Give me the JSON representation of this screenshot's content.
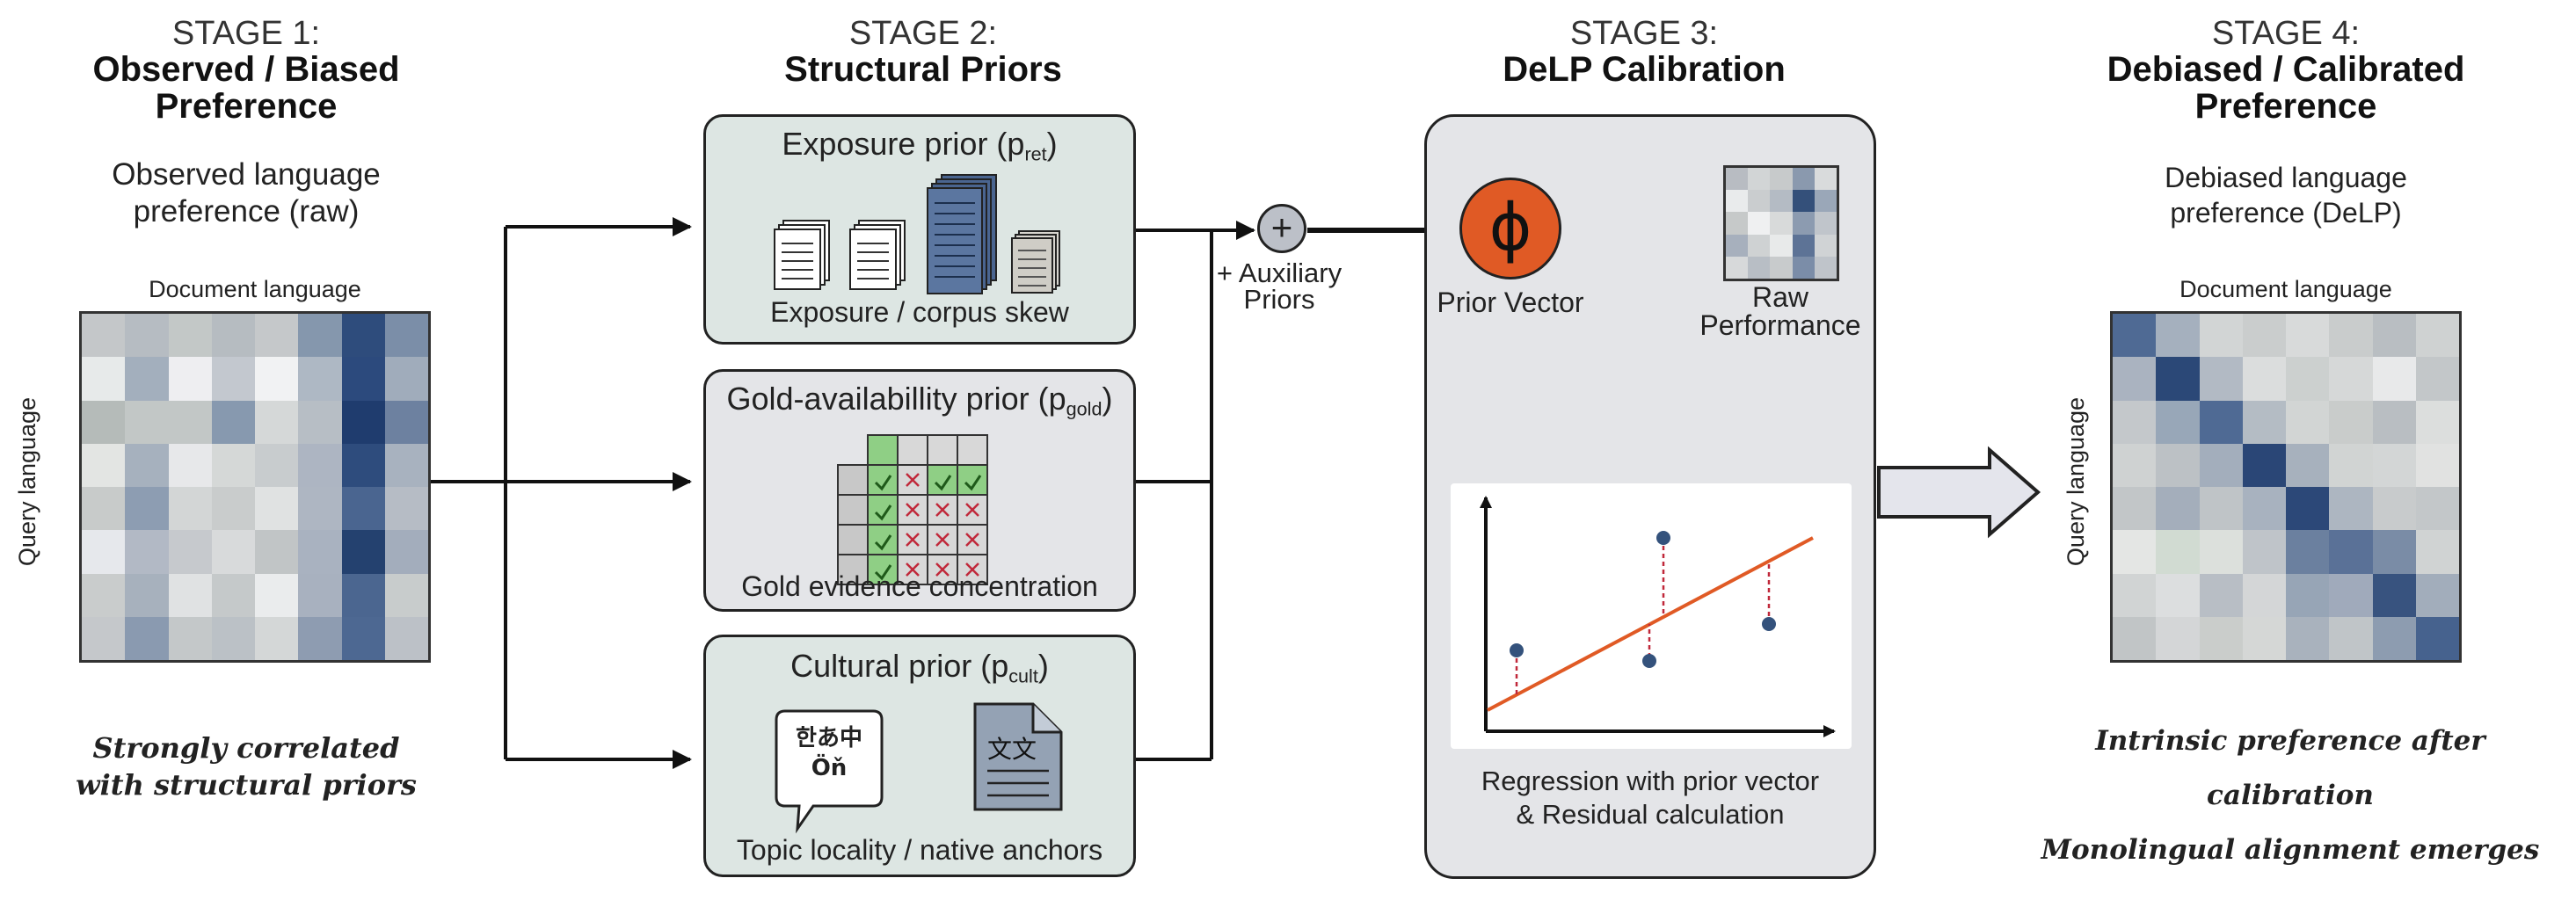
{
  "stage1": {
    "label": "STAGE 1:",
    "title_line1": "Observed / Biased",
    "title_line2": "Preference",
    "subtitle_line1": "Observed language",
    "subtitle_line2": "preference (raw)",
    "matrix_top_label": "Document language",
    "matrix_side_label": "Query language",
    "note_line1": "Strongly correlated",
    "note_line2": "with structural priors"
  },
  "stage2": {
    "label": "STAGE 2:",
    "title": "Structural Priors",
    "exposure": {
      "title": "Exposure prior (p",
      "sub": "ret",
      "close": ")",
      "caption": "Exposure / corpus skew"
    },
    "gold": {
      "title": "Gold-availabillity prior (p",
      "sub": "gold",
      "close": ")",
      "caption": "Gold evidence concentration"
    },
    "cultural": {
      "title": "Cultural prior (p",
      "sub": "cult",
      "close": ")",
      "caption": "Topic locality / native anchors",
      "bubble_line1": "한あ中",
      "bubble_line2": "Öň",
      "doc_glyphs": "文文"
    }
  },
  "combine": {
    "symbol": "+",
    "label_line1": "+ Auxiliary",
    "label_line2": "Priors"
  },
  "stage3": {
    "label": "STAGE 3:",
    "title": "DeLP Calibration",
    "phi": "ϕ",
    "prior_vector_label": "Prior Vector",
    "raw_label_line1": "Raw",
    "raw_label_line2": "Performance",
    "caption_line1": "Regression with prior vector",
    "caption_line2": "& Residual calculation"
  },
  "stage4": {
    "label": "STAGE 4:",
    "title_line1": "Debiased / Calibrated",
    "title_line2": "Preference",
    "subtitle_line1": "Debiased language",
    "subtitle_line2": "preference (DeLP)",
    "matrix_top_label": "Document language",
    "matrix_side_label": "Query language",
    "note_line1": "Intrinsic preference after calibration",
    "note_line2": "Monolingual alignment emerges"
  },
  "colors": {
    "accent_orange": "#e05a25",
    "navy": "#34527c",
    "green_box": "#dde6e3",
    "gray_box": "#e4e5e8",
    "check_green": "#8fcf85",
    "cross_red": "#c0283a"
  },
  "matrix_raw": [
    [
      "#c4c7c9",
      "#b6bcc2",
      "#c3c8c7",
      "#b6bcc1",
      "#c5c8ca",
      "#8597ad",
      "#2e4c7c",
      "#7b8ea8"
    ],
    [
      "#e7eaea",
      "#a3afbd",
      "#eeeef1",
      "#c3c8cf",
      "#f1f2f3",
      "#aeb8c4",
      "#2c4a7d",
      "#a0acbb"
    ],
    [
      "#b5bbb9",
      "#c2c7c6",
      "#c2c7c6",
      "#8799af",
      "#d5d8d8",
      "#b7bec5",
      "#1f3c6e",
      "#6d81a0"
    ],
    [
      "#e3e5e3",
      "#a6b1be",
      "#e7e8ea",
      "#d5d8d7",
      "#c8ccce",
      "#adb5c2",
      "#2e4c7d",
      "#a8b2bf"
    ],
    [
      "#c8cbca",
      "#8d9db2",
      "#d3d6d6",
      "#c9cccc",
      "#e0e2e2",
      "#aeb6c2",
      "#4a6590",
      "#b6bcc5"
    ],
    [
      "#e6e8ec",
      "#b2b9c5",
      "#c6c9cd",
      "#d8dadb",
      "#c1c5c6",
      "#a9b2c0",
      "#24416f",
      "#a3adbc"
    ],
    [
      "#c9cccc",
      "#a7b1bd",
      "#e0e2e3",
      "#c5c9ca",
      "#eaeced",
      "#a8b1bf",
      "#4b6690",
      "#c8cccc"
    ],
    [
      "#c5c8cb",
      "#8a9ab0",
      "#c4c8c9",
      "#bbc1c6",
      "#d4d7d7",
      "#8e9cb1",
      "#4d6892",
      "#bcc1c7"
    ]
  ],
  "matrix_raw_perf": [
    [
      "#b8bcc2",
      "#d2d5d6",
      "#c7cacb",
      "#8a99ae",
      "#d9dbdc"
    ],
    [
      "#e9ebec",
      "#cacdcf",
      "#b4bbc4",
      "#34507a",
      "#9aa7b8"
    ],
    [
      "#c6c9c9",
      "#eff0f1",
      "#d8dada",
      "#8c9bb0",
      "#c0c5cb"
    ],
    [
      "#a7b0bd",
      "#cfd2d3",
      "#e8eaea",
      "#5d7396",
      "#d0d3d5"
    ],
    [
      "#d7d9da",
      "#b8bec5",
      "#c8cbcc",
      "#7b8da8",
      "#bfc4ca"
    ]
  ],
  "matrix_delp": [
    [
      "#4f6a94",
      "#a5b0be",
      "#d2d5d5",
      "#cacdcd",
      "#d8dada",
      "#c9cccc",
      "#b9bec2",
      "#cfd2d2"
    ],
    [
      "#aab3c0",
      "#2b4877",
      "#b2bac4",
      "#dbdddd",
      "#ccd0cf",
      "#d6d8d8",
      "#e8e9ea",
      "#c3c7c9"
    ],
    [
      "#c4c8cb",
      "#98a7b8",
      "#4f6a94",
      "#b4bcc4",
      "#d2d5d4",
      "#c9cccb",
      "#b9bec2",
      "#dcdedd"
    ],
    [
      "#cfd2d2",
      "#bcc1c5",
      "#a3aebc",
      "#2a4676",
      "#a7b1bd",
      "#d1d4d3",
      "#d3d6d6",
      "#e1e2e1"
    ],
    [
      "#c2c6c8",
      "#a4aebb",
      "#bfc4c7",
      "#a8b2bf",
      "#2c4878",
      "#adb6c1",
      "#c8cbcc",
      "#c3c7c9"
    ],
    [
      "#e4e6e4",
      "#d1dbd2",
      "#dce0dc",
      "#bfc4c9",
      "#6b809f",
      "#5a7197",
      "#7a8ca6",
      "#d0d3d3"
    ],
    [
      "#d1d4d4",
      "#dcdedf",
      "#b8bec5",
      "#d4d6d7",
      "#97a5b6",
      "#a0aabb",
      "#38537f",
      "#a2adbb"
    ],
    [
      "#c1c5c6",
      "#d4d6d7",
      "#cacdcb",
      "#d5d7d6",
      "#a9b2bd",
      "#c0c5c8",
      "#8d9cb0",
      "#46628e"
    ]
  ]
}
